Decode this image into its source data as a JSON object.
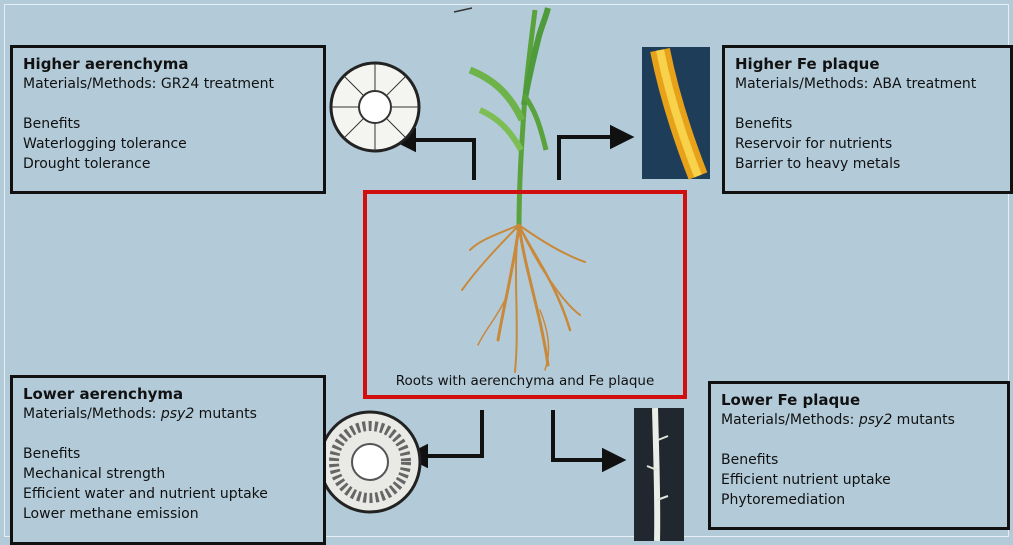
{
  "panels": {
    "higher_aerenchyma": {
      "title": "Higher aerenchyma",
      "methods": "Materials/Methods: GR24 treatment",
      "benefits_heading": "Benefits",
      "benefits": [
        "Waterlogging tolerance",
        "Drought tolerance"
      ]
    },
    "higher_fe_plaque": {
      "title": "Higher Fe plaque",
      "methods": "Materials/Methods: ABA treatment",
      "benefits_heading": "Benefits",
      "benefits": [
        "Reservoir for nutrients",
        "Barrier to heavy metals"
      ]
    },
    "lower_aerenchyma": {
      "title": "Lower aerenchyma",
      "methods_prefix": "Materials/Methods: ",
      "methods_italic": "psy2",
      "methods_suffix": " mutants",
      "benefits_heading": "Benefits",
      "benefits": [
        "Mechanical strength",
        "Efficient water and nutrient uptake",
        "Lower methane emission"
      ]
    },
    "lower_fe_plaque": {
      "title": "Lower Fe plaque",
      "methods_prefix": "Materials/Methods: ",
      "methods_italic": "psy2",
      "methods_suffix": " mutants",
      "benefits_heading": "Benefits",
      "benefits": [
        "Efficient nutrient uptake",
        "Phytoremediation"
      ]
    }
  },
  "center": {
    "label": "Roots with aerenchyma and Fe plaque"
  },
  "colors": {
    "background": "#b3cbd9",
    "highlight_border": "#d10f0f",
    "fe_plaque": "#e8a21a",
    "plant_green": "#5aa23c"
  }
}
